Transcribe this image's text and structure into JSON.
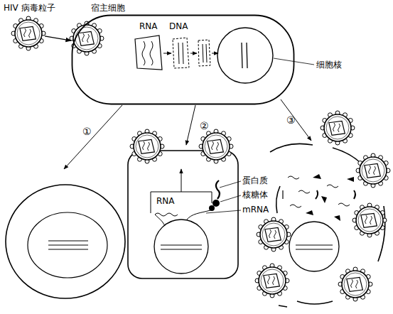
{
  "diagram": {
    "nodes": [
      {
        "text": [
          "HIV 病毒粒子"
        ]
      },
      {
        "text": [
          "宿主细胞"
        ]
      },
      {
        "text": [
          "细胞核"
        ],
        "in": 1
      }
    ],
    "edges": [
      {
        "from": 0,
        "to": 1,
        "arrow": "to"
      }
    ],
    "labels": [
      "RNA",
      "DNA",
      "①",
      "②",
      "③",
      "RNA",
      "蛋白质",
      "核糖体",
      "mRNA"
    ]
  }
}
